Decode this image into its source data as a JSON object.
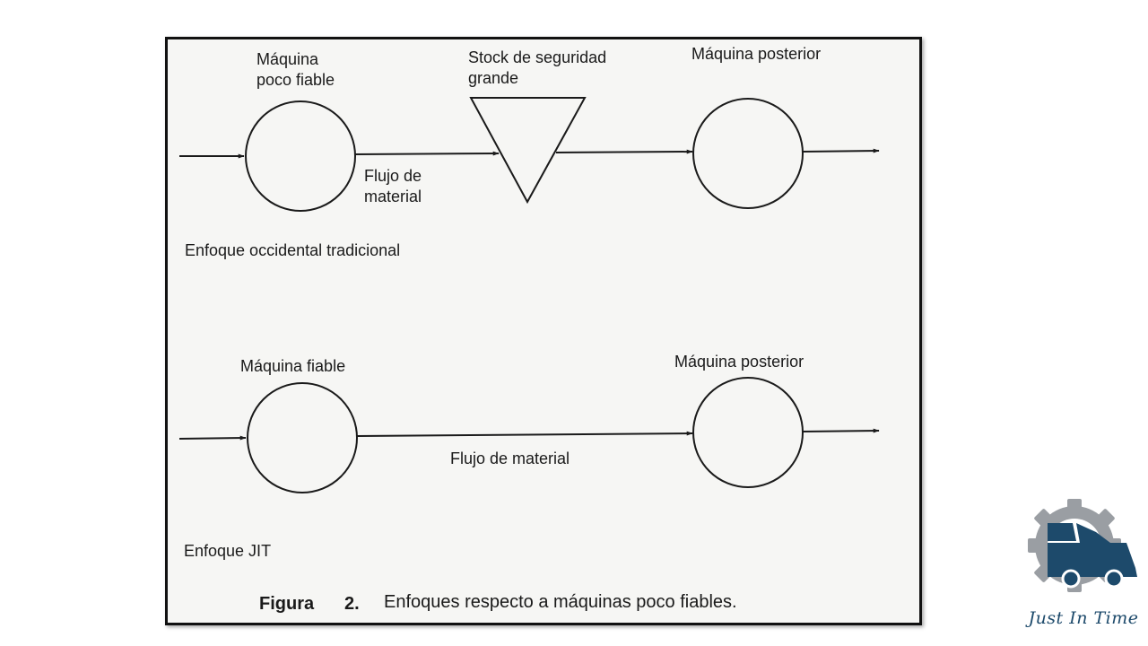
{
  "figure": {
    "top_section": {
      "machine_left_label": "Máquina\npoco fiable",
      "stock_label": "Stock de seguridad\ngrande",
      "machine_right_label": "Máquina posterior",
      "flow_label": "Flujo de\nmaterial",
      "approach_label": "Enfoque occidental tradicional"
    },
    "bottom_section": {
      "machine_left_label": "Máquina fiable",
      "machine_right_label": "Máquina posterior",
      "flow_label": "Flujo de material",
      "approach_label": "Enfoque JIT"
    },
    "caption": {
      "label": "Figura",
      "number": "2.",
      "text": "Enfoques respecto a máquinas poco fiables."
    }
  },
  "logo": {
    "text": "Just In Time",
    "icon": "gear-truck-icon",
    "colors": {
      "gear": "#9a9ea3",
      "truck": "#1d4a6b"
    }
  }
}
